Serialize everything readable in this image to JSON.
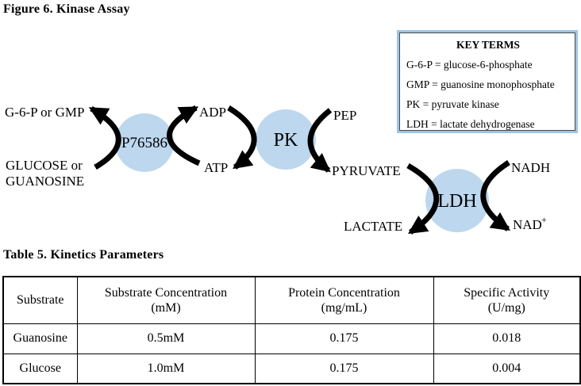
{
  "figure": {
    "title": "Figure 6. Kinase Assay",
    "labels": {
      "product_top": "G-6-P or GMP",
      "substrate_line1": "GLUCOSE or",
      "substrate_line2": "GUANOSINE",
      "enzyme1": "P76586",
      "adp": "ADP",
      "atp": "ATP",
      "enzyme2": "PK",
      "pep": "PEP",
      "pyruvate": "PYRUVATE",
      "lactate": "LACTATE",
      "enzyme3": "LDH",
      "nadh": "NADH",
      "nad_base": "NAD",
      "nad_sup": "+"
    },
    "colors": {
      "enzyme_circle_fill": "#BDD7EE",
      "arrow": "#000000",
      "key_box_border": "#9EC4E7"
    }
  },
  "key_terms": {
    "title": "KEY TERMS",
    "items": [
      "G-6-P = glucose-6-phosphate",
      "GMP = guanosine monophosphate",
      "PK = pyruvate kinase",
      "LDH = lactate dehydrogenase"
    ]
  },
  "table": {
    "caption": "Table 5. Kinetics Parameters",
    "headers": [
      [
        "Substrate"
      ],
      [
        "Substrate Concentration",
        "(mM)"
      ],
      [
        "Protein Concentration",
        "(mg/mL)"
      ],
      [
        "Specific Activity",
        "(U/mg)"
      ]
    ],
    "rows": [
      [
        "Guanosine",
        "0.5mM",
        "0.175",
        "0.018"
      ],
      [
        "Glucose",
        "1.0mM",
        "0.175",
        "0.004"
      ]
    ]
  }
}
